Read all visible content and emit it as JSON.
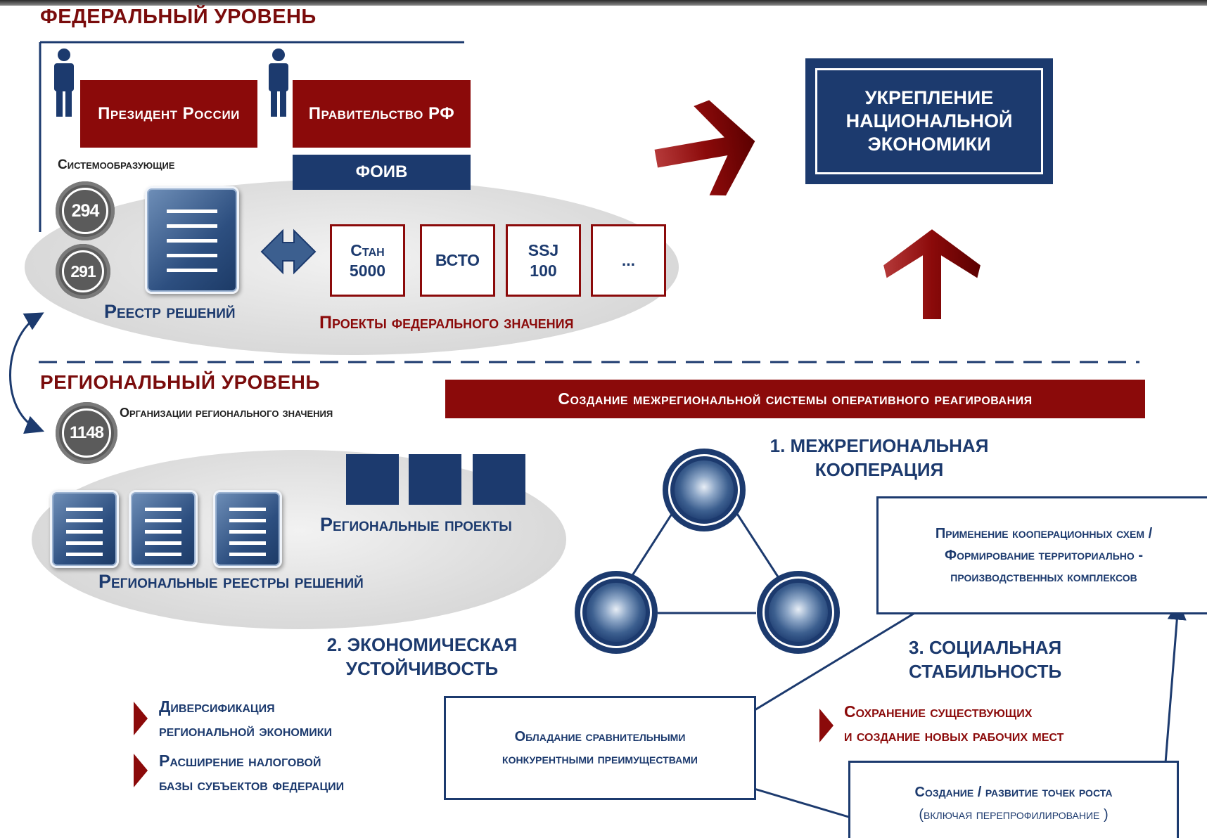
{
  "federal": {
    "title": "ФЕДЕРАЛЬНЫЙ УРОВЕНЬ",
    "president": "Президент России",
    "government": "Правительство РФ",
    "foiv": "ФОИВ",
    "system_label": "Системообразующие",
    "badge_294": "294",
    "badge_291": "291",
    "registry_label": "Реестр решений",
    "projects": [
      {
        "line1": "Стан",
        "line2": "5000"
      },
      {
        "line1": "ВСТО",
        "line2": ""
      },
      {
        "line1": "SSJ",
        "line2": "100"
      },
      {
        "line1": "...",
        "line2": ""
      }
    ],
    "projects_label": "Проекты федерального значения"
  },
  "goal": {
    "line1": "УКРЕПЛЕНИЕ",
    "line2": "НАЦИОНАЛЬНОЙ",
    "line3": "ЭКОНОМИКИ"
  },
  "regional": {
    "title": "РЕГИОНАЛЬНЫЙ УРОВЕНЬ",
    "org_label": "Организации регионального значения",
    "badge_1148": "1148",
    "projects_label": "Региональные проекты",
    "registries_label": "Региональные реестры решений"
  },
  "banner": "Создание межрегиональной системы оперативного реагирования",
  "cooperation": {
    "line1": "1. МЕЖРЕГИОНАЛЬНАЯ",
    "line2": "КООПЕРАЦИЯ",
    "box_line1": "Применение кооперационных схем /",
    "box_line2": "Формирование территориально -",
    "box_line3": "производственных комплексов"
  },
  "economic": {
    "line1": "2. ЭКОНОМИЧЕСКАЯ",
    "line2": "УСТОЙЧИВОСТЬ",
    "bullet1_line1": "Диверсификация",
    "bullet1_line2": "региональной экономики",
    "bullet2_line1": "Расширение налоговой",
    "bullet2_line2": "базы субъектов федерации",
    "box_line1": "Обладание сравнительными",
    "box_line2": "конкурентными преимуществами"
  },
  "social": {
    "line1": "3. СОЦИАЛЬНАЯ",
    "line2": "СТАБИЛЬНОСТЬ",
    "bullet_line1": "Сохранение существующих",
    "bullet_line2": "и создание новых рабочих мест",
    "box_line1": "Создание / развитие точек роста",
    "box_line2": "(включая перепрофилирование )"
  },
  "colors": {
    "dark_red": "#8b0a0a",
    "navy": "#1c3a6e",
    "badge_gray": "#5b5b5b"
  }
}
